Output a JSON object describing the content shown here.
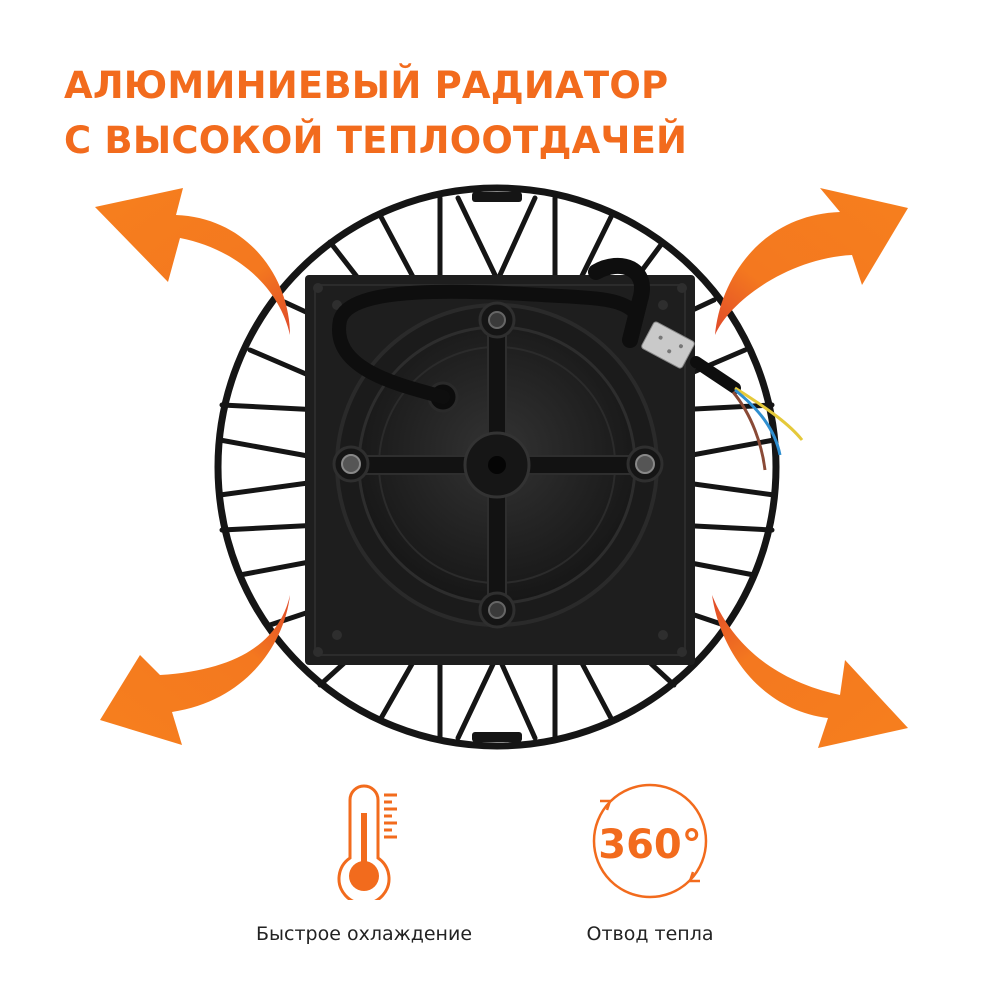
{
  "headline": {
    "line1": "АЛЮМИНИЕВЫЙ РАДИАТОР",
    "line2": "С ВЫСОКОЙ ТЕПЛООТДАЧЕЙ"
  },
  "product": {
    "name": "LED high-bay lamp (rear view, aluminium radiator)",
    "arrows": [
      "top-left",
      "top-right",
      "bottom-left",
      "bottom-right"
    ],
    "wire_colors": [
      "#e5c93a",
      "#2f8fd0",
      "#8a4a36"
    ]
  },
  "features": [
    {
      "icon": "thermometer-icon",
      "label": "Быстрое охлаждение"
    },
    {
      "icon": "rotation-360-icon",
      "badge": "360°",
      "label": "Отвод тепла"
    }
  ],
  "colors": {
    "accent": "#f26b1d",
    "arrow": "#f57c1f",
    "arrow_tail": "#e0502c",
    "metal": "#1a1a1a",
    "text": "#222222",
    "background": "#ffffff"
  }
}
